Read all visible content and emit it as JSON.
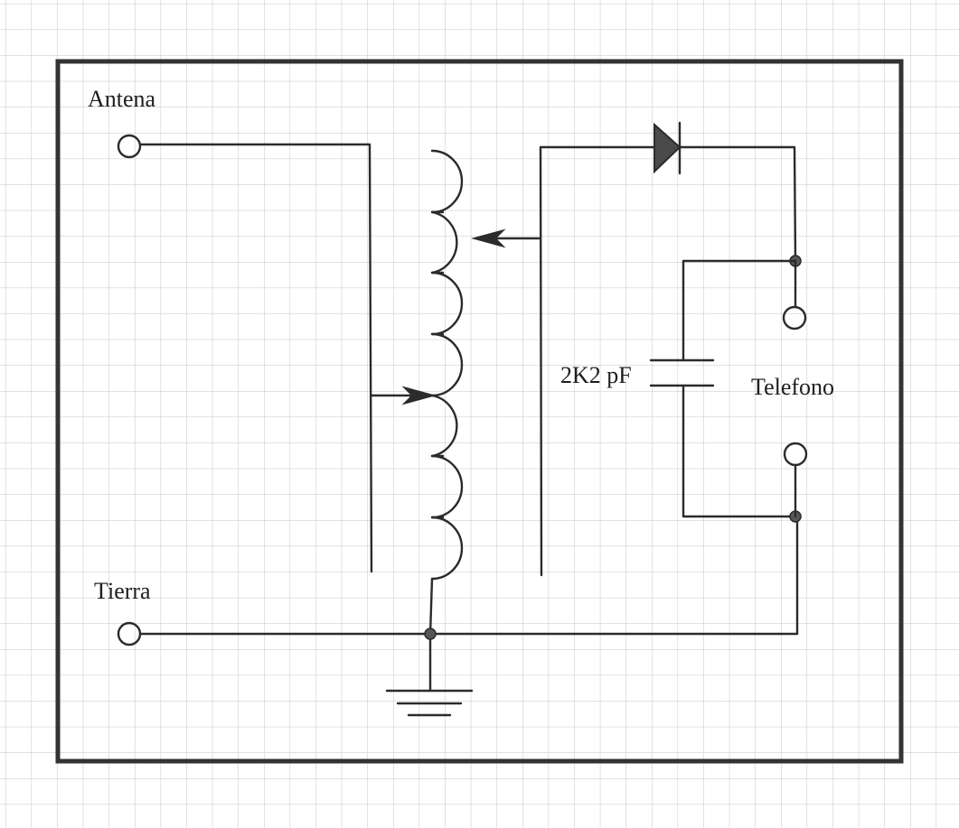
{
  "diagram": {
    "antenna_label": "Antena",
    "ground_label": "Tierra",
    "capacitor_label": "2K2 pF",
    "headphones_label": "Telefono"
  },
  "colors": {
    "paper": "#ffffff",
    "grid": "#c4c4c4",
    "ink": "#2b2b2b",
    "frame": "#333333"
  }
}
